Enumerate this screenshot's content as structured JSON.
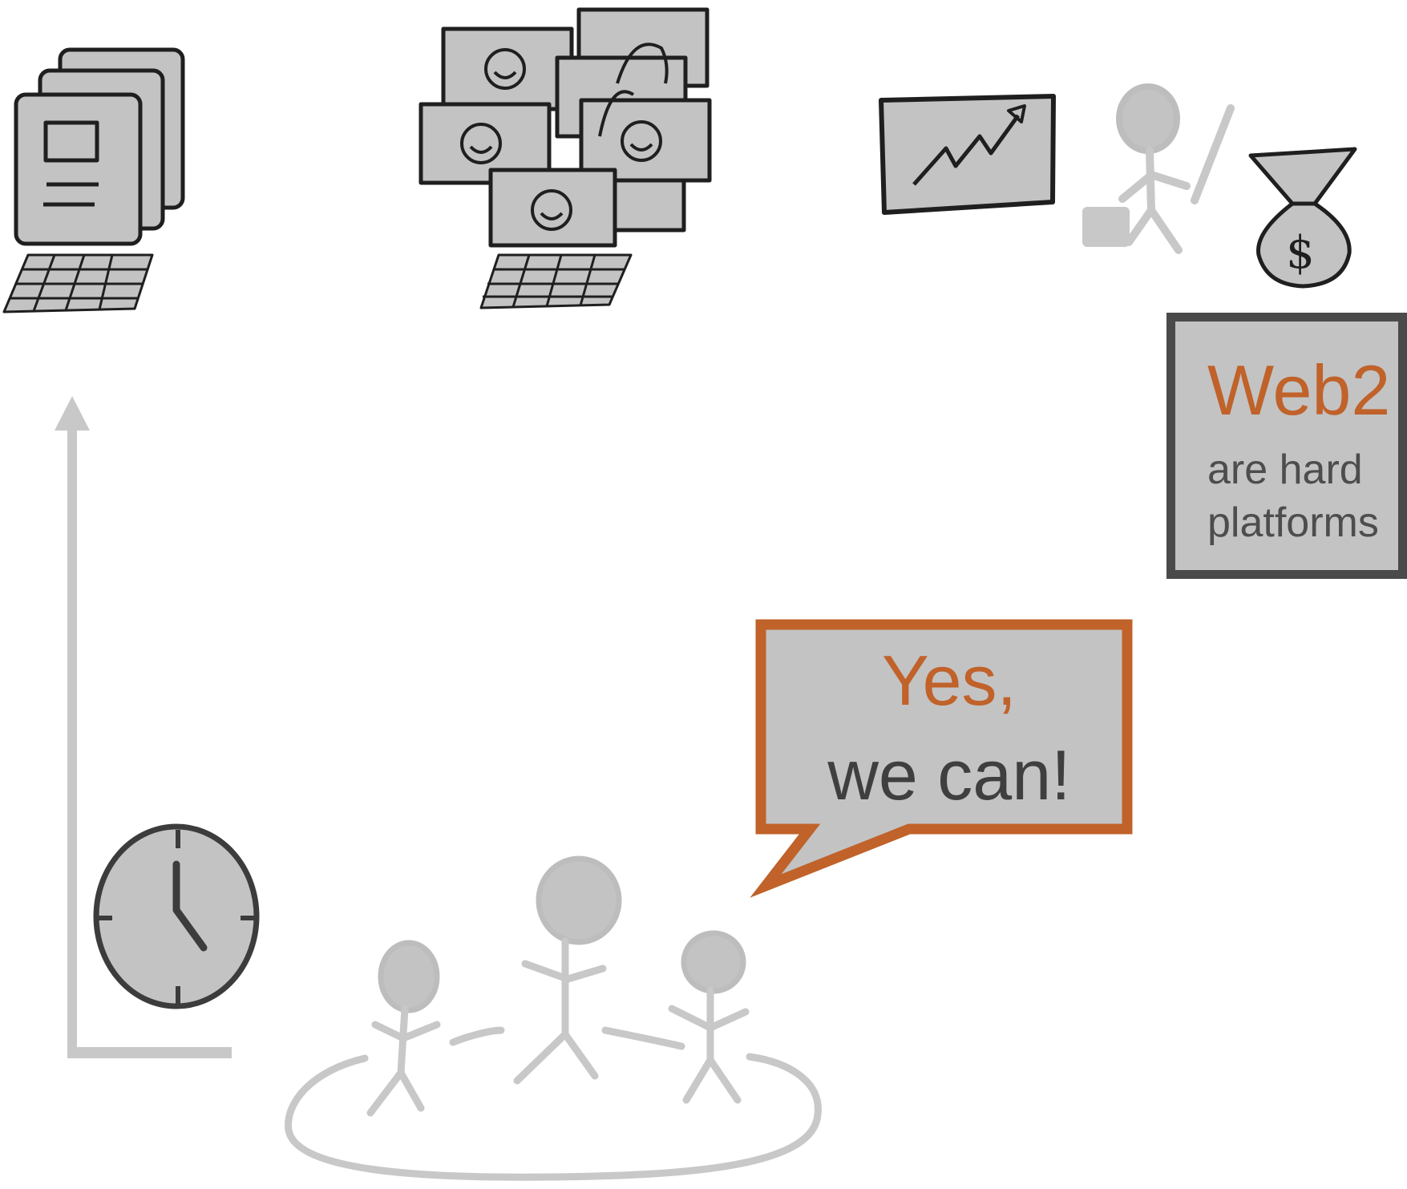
{
  "callout": {
    "title": "Web2",
    "body_line1": "are hard",
    "body_line2": "platforms"
  },
  "speech_bubble": {
    "line1": "Yes,",
    "line2": "we can!"
  },
  "colors": {
    "accent_orange": "#c0622a",
    "box_border": "#4a4a4a",
    "fill_gray": "#c3c3c3",
    "line_gray": "#c8c8c8",
    "ink": "#1f1f1f"
  },
  "icons": [
    "desktop-computer-icon",
    "multi-screen-computer-icon",
    "growth-chart-icon",
    "presenter-figure-icon",
    "money-funnel-icon",
    "clock-icon",
    "time-axis-arrow",
    "team-figures-icon"
  ]
}
